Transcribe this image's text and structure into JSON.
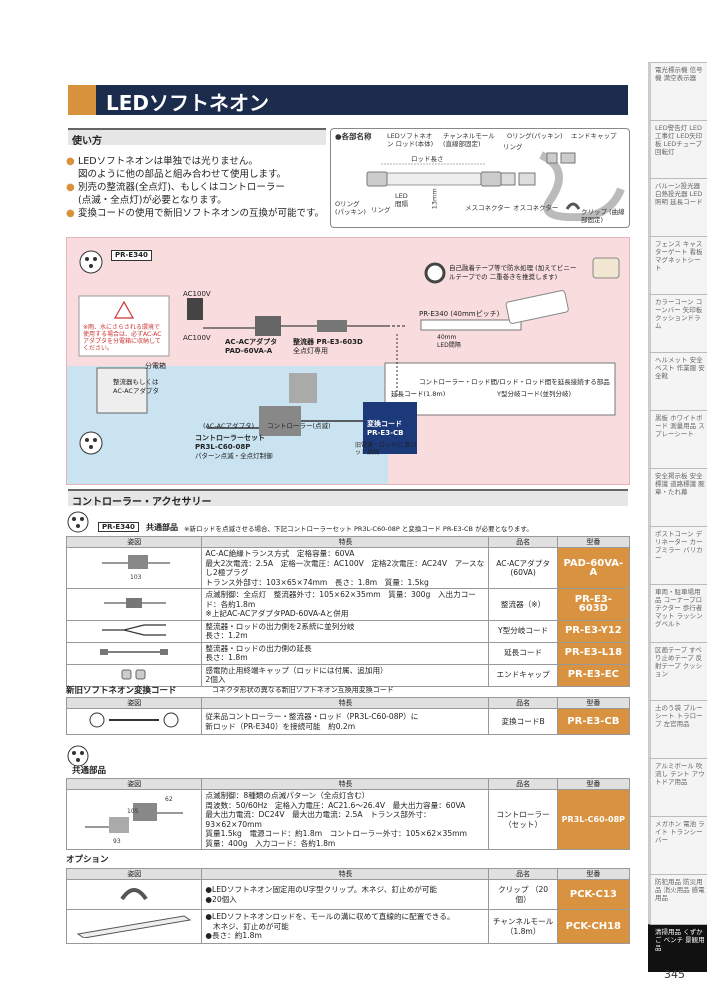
{
  "title": "LEDソフトネオン",
  "usage": {
    "heading": "使い方",
    "bullets": [
      "LEDソフトネオンは単独では光りません。",
      "図のように他の部品と組み合わせて使用します。",
      "別売の整流器(全点灯)、もしくはコントローラー",
      "(点滅・全点灯)が必要となります。",
      "変換コードの使用で新旧ソフトネオンの互換が可能です。"
    ]
  },
  "parts": {
    "heading": "●各部名称",
    "labels": [
      "LEDソフトネオン ロッド(本体)",
      "チャンネルモール (直線部固定)",
      "Oリング(パッキン)",
      "エンドキャップ",
      "リング",
      "ロッド長さ",
      "LED 間隔",
      "13mm",
      "Oリング (パッキン)",
      "リング",
      "メスコネクター",
      "オスコネクター",
      "クリップ (曲線部固定)"
    ]
  },
  "diagram": {
    "pr_label": "PR-E340",
    "caution": "※雨、水にさらされる環境で使用する場合は、必ずAC-ACアダプタを分電箱に収納してください。",
    "labels": {
      "panel": "分電箱",
      "panel_note": "整流器もしくは AC-ACアダプタ",
      "ac1": "AC100V",
      "ac2": "AC100V",
      "adapter": "AC-ACアダプタ",
      "adapter_model": "PAD-60VA-A",
      "rectifier": "整流器 PR-E3-603D",
      "rectifier_note": "全点灯専用",
      "tape": "自己融着テープ等で防水処理 (加えてビニールテープでの 二重巻きを推奨します)",
      "rod": "PR-E340 (40mmピッチ)",
      "rod_pitch": "40mm",
      "rod_pitch_label": "LED間隔",
      "extension_head": "コントローラー・ロッド間/ロッド・ロッド間を延長接続する部品",
      "extension_cord": "延長コード(1.8m)",
      "y_cord": "Y型分岐コード(並列分岐)",
      "ac_adapter_small": "(AC-ACアダプタ)",
      "controller_small": "コントローラー(点滅)",
      "controller_set": "コントローラーセット",
      "controller_model": "PR3L-C60-08P",
      "controller_note": "パターン点滅・全点灯制御",
      "conv_cord": "変換コード",
      "conv_model": "PR-E3-CB",
      "conv_note": "旧電源・ロッドに 新ロッド接続"
    }
  },
  "accessories": {
    "heading": "コントローラー・アクセサリー",
    "common_label": "PR-E340",
    "common_title": "共通部品",
    "common_note": "※新ロッドを点滅させる場合、下記コントローラーセット PR3L-C60-08P と変換コード PR-E3-CB が必要となります。",
    "headers": [
      "姿図",
      "特長",
      "品名",
      "型番"
    ],
    "rows": [
      {
        "features": [
          "AC-AC絶縁トランス方式　定格容量：60VA",
          "最大2次電流：2.5A　定格一次電圧：AC100V　定格2次電圧：AC24V　アースなし2極プラグ",
          "トランス外部寸：103×65×74mm　長さ：1.8m　質量：1.5kg"
        ],
        "name": "AC-ACアダプタ (60VA)",
        "model": "PAD-60VA-A",
        "dim": "103"
      },
      {
        "features": [
          "点滅制御：全点灯　整流器外寸：105×62×35mm　質量：300g　入出力コード：各約1.8m",
          "※上記AC-ACアダプタPAD-60VA-Aと併用"
        ],
        "name": "整流器（※）",
        "model": "PR-E3-603D"
      },
      {
        "features": [
          "整流器・ロッドの出力側を2系統に並列分岐",
          "長さ：1.2m"
        ],
        "name": "Y型分岐コード",
        "model": "PR-E3-Y12"
      },
      {
        "features": [
          "整流器・ロッドの出力側の延長",
          "長さ：1.8m"
        ],
        "name": "延長コード",
        "model": "PR-E3-L18"
      },
      {
        "features": [
          "感電防止用終端キャップ（ロッドには付属、追加用）",
          "2個入"
        ],
        "name": "エンドキャップ",
        "model": "PR-E3-EC"
      }
    ],
    "conv_title": "新旧ソフトネオン変換コード",
    "conv_desc": "コネクタ形状の異なる新旧ソフトネオン互換用変換コード",
    "conv_row": {
      "features": [
        "従来品コントローラー・整流器・ロッド（PR3L-C60-08P）に",
        "新ロッド（PR-E340）を接続可能　約0.2m"
      ],
      "name": "変換コードB",
      "model": "PR-E3-CB"
    },
    "shared_title": "共通部品",
    "shared_row": {
      "features": [
        "点滅制御：8種類の点滅パターン（全点灯含む）",
        "周波数：50/60Hz　定格入力電圧：AC21.6～26.4V　最大出力容量：60VA",
        "最大出力電流：DC24V　最大出力電流：2.5A　トランス部外寸：93×62×70mm",
        "質量1.5kg　電源コード：約1.8m　コントローラー外寸：105×62×35mm",
        "質量：400g　入力コード：各約1.8m"
      ],
      "name": "コントローラー （セット）",
      "model": "PR3L-C60-08P",
      "dims": [
        "62",
        "105",
        "93"
      ]
    },
    "option_title": "オプション",
    "option_rows": [
      {
        "features": [
          "●LEDソフトネオン固定用のU字型クリップ。木ネジ、釘止めが可能",
          "●20個入"
        ],
        "name": "クリップ （20個）",
        "model": "PCK-C13"
      },
      {
        "features": [
          "●LEDソフトネオンロッドを、モールの溝に収めて直線的に配置できる。",
          "　木ネジ、釘止めが可能",
          "●長さ：約1.8m"
        ],
        "name": "チャンネルモール （1.8m）",
        "model": "PCK-CH18"
      }
    ]
  },
  "sidebar": [
    "電光標示機 信号機 満空表示器",
    "LED警告灯 LED工事灯 LED矢印板 LEDチューブ 回転灯",
    "バルーン投光器 白熱投光器 LED照明 延長コード",
    "フェンス キャスターゲート 看板 マグネットシート",
    "カラーコーン コーンバー 矢印板 クッションドラム",
    "ヘルメット 安全ベスト 作業服 安全靴",
    "黒板 ホワイトボード 測量用品 スプレーシート",
    "安全掲示板 安全標識 道路標識 腕章・たれ幕",
    "ポストコーン デリネーター カーブミラー バリカー",
    "車両・駐車場用品 コーナープロテクター 歩行者マット ラッシングベルト",
    "区画テープ すべり止めテープ 反射テープ クッション",
    "土のう袋 ブルーシート トラロープ 左官用品",
    "アルミボール 吹流し テント アウトドア用品",
    "メガホン 電池 ライト トランシーバー",
    "防犯用品 防災用品 消火用品 感電用品",
    "清掃用品 くずかご ベンチ 景観用品"
  ],
  "page_number": "345"
}
